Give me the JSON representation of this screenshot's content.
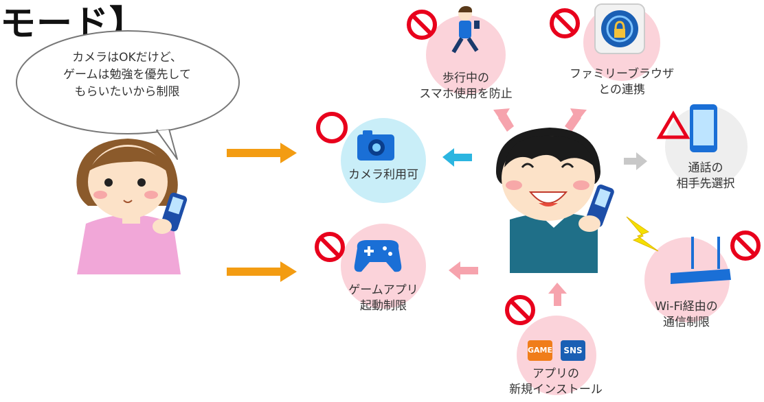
{
  "title_fragment": "モード】",
  "speech_bubble": {
    "lines": [
      "カメラはOKだけど、",
      "ゲームは勉強を優先して",
      "もらいたいから制限"
    ]
  },
  "features": {
    "walking": {
      "lines": [
        "歩行中の",
        "スマホ使用を防止"
      ],
      "status": "prohibited"
    },
    "family_browser": {
      "lines": [
        "ファミリーブラウザ",
        "との連携"
      ],
      "status": "prohibited"
    },
    "camera": {
      "lines": [
        "カメラ利用可"
      ],
      "status": "allowed"
    },
    "call": {
      "lines": [
        "通話の",
        "相手先選択"
      ],
      "status": "limited"
    },
    "game": {
      "lines": [
        "ゲームアプリ",
        "起動制限"
      ],
      "status": "prohibited"
    },
    "wifi": {
      "lines": [
        "Wi-Fi経由の",
        "通信制限"
      ],
      "status": "prohibited"
    },
    "install": {
      "lines": [
        "アプリの",
        "新規インストール"
      ],
      "status": "prohibited"
    }
  },
  "app_badges": {
    "game": "GAME",
    "sns": "SNS"
  },
  "colors": {
    "prohibit_red": "#e8001c",
    "pink_circle": "#fbd3da",
    "blue_circle": "#c9eef8",
    "gray_circle": "#eeeeee",
    "orange_arrow": "#f39c12",
    "pink_arrow": "#f6a3ad",
    "cyan_arrow": "#2bb5e0",
    "gray_arrow": "#c8c8c8"
  }
}
